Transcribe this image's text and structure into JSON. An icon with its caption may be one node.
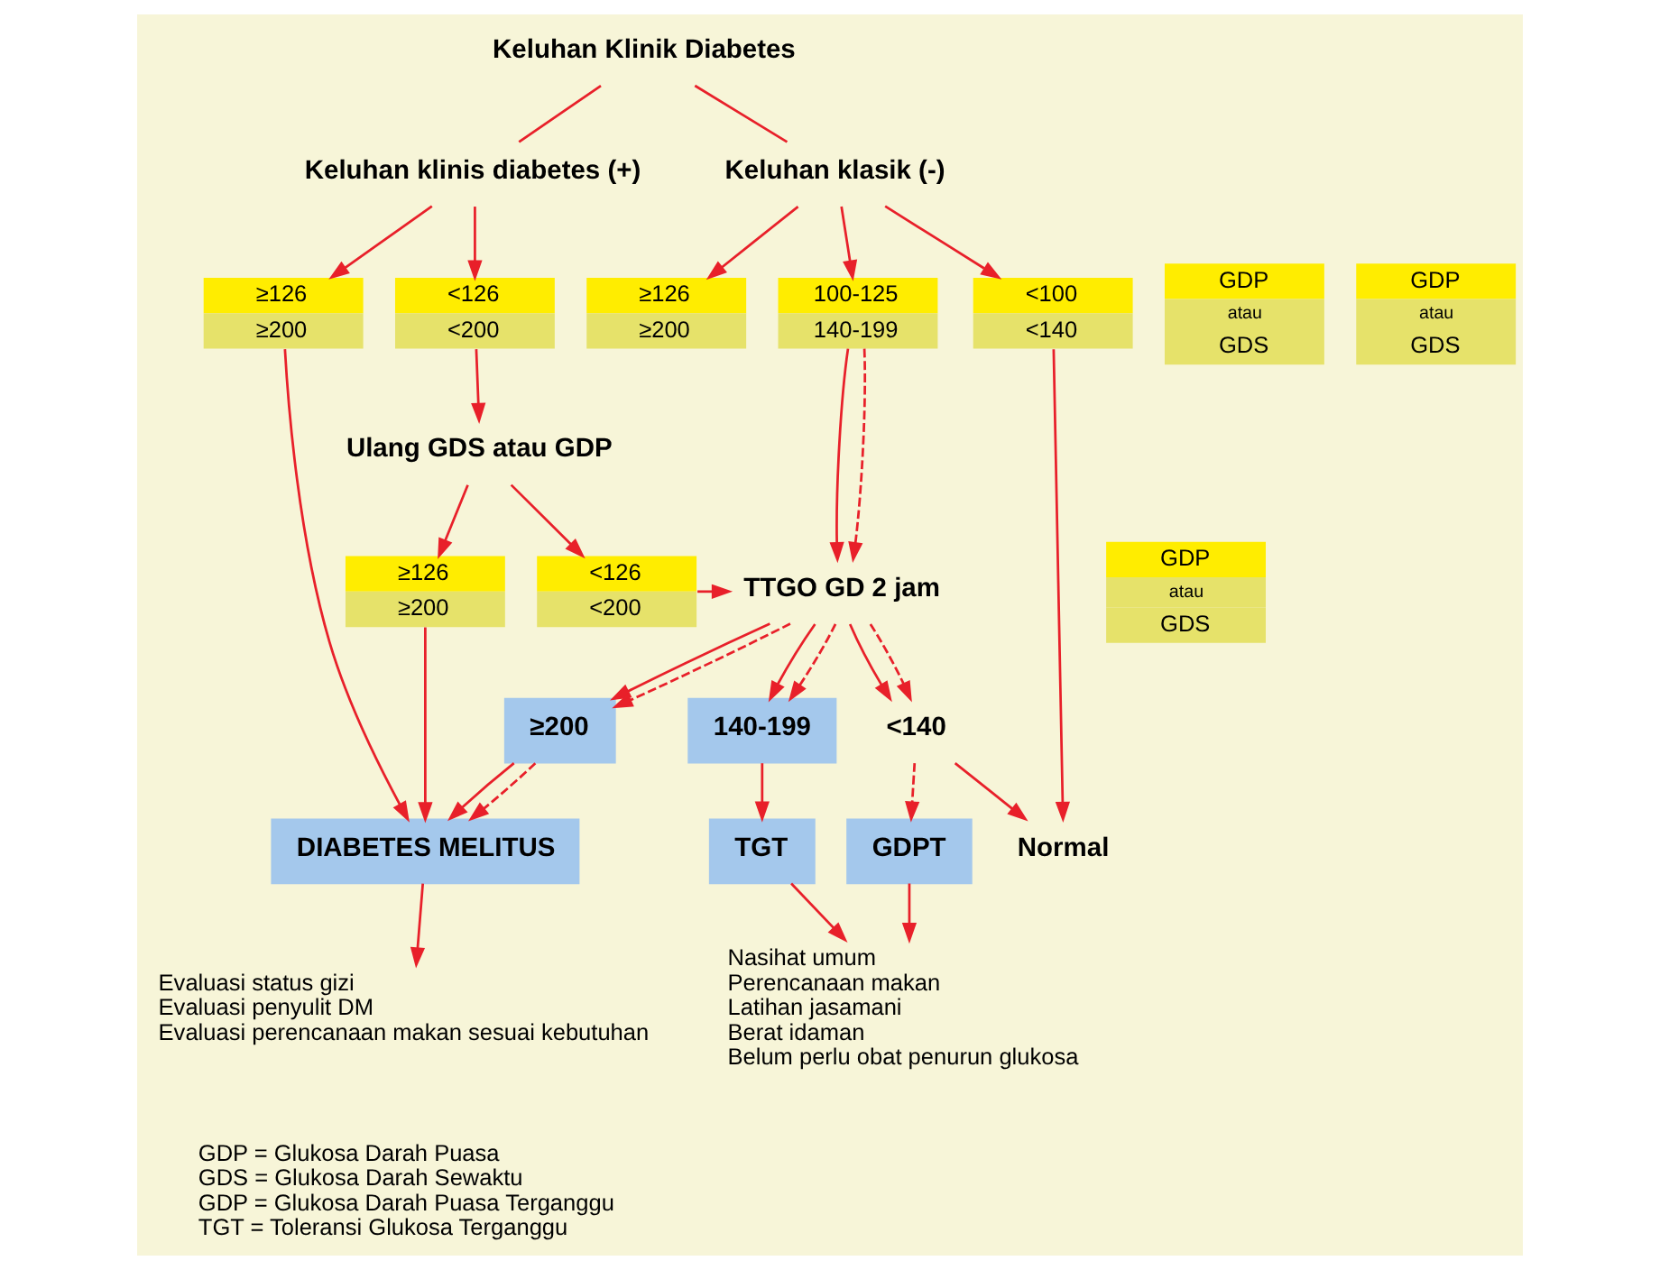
{
  "diagram": {
    "nodes": [
      {
        "text": [
          "Keluhan Klinik Diabetes"
        ]
      },
      {
        "text": [
          "Keluhan klinis diabetes (+)"
        ]
      },
      {
        "text": [
          "Keluhan klasik (-)"
        ]
      },
      {
        "text": [
          "GDP",
          "atau",
          "GDS"
        ]
      },
      {
        "text": [
          "≥126",
          "≥200"
        ]
      },
      {
        "text": [
          "<126",
          "<200"
        ]
      },
      {
        "text": [
          "GDP",
          "atau",
          "GDS"
        ]
      },
      {
        "text": [
          "≥126",
          "≥200"
        ]
      },
      {
        "text": [
          "100-125",
          "140-199"
        ]
      },
      {
        "text": [
          "<100",
          "<140"
        ]
      },
      {
        "text": [
          "Ulang GDS atau GDP"
        ]
      },
      {
        "text": [
          "GDP",
          "atau",
          "GDS"
        ]
      },
      {
        "text": [
          "≥126",
          "≥200"
        ]
      },
      {
        "text": [
          "<126",
          "<200"
        ]
      },
      {
        "text": [
          "TTGO GD 2 jam"
        ]
      },
      {
        "text": [
          "≥200"
        ]
      },
      {
        "text": [
          "140-199"
        ]
      },
      {
        "text": [
          "<140"
        ]
      },
      {
        "text": [
          "DIABETES MELITUS"
        ]
      },
      {
        "text": [
          "TGT"
        ]
      },
      {
        "text": [
          "GDPT"
        ]
      },
      {
        "text": [
          "Normal"
        ]
      },
      {
        "text": [
          "Evaluasi status gizi",
          "Evaluasi penyulit DM",
          "Evaluasi perencanaan makan sesuai kebutuhan"
        ]
      },
      {
        "text": [
          "Nasihat umum",
          "Perencanaan makan",
          "Latihan jasamani",
          "Berat idaman",
          "Belum perlu obat penurun glukosa"
        ]
      }
    ],
    "edges": [
      {
        "from": 0,
        "to": 1,
        "arrow": "none"
      },
      {
        "from": 0,
        "to": 2,
        "arrow": "none"
      },
      {
        "from": 1,
        "to": 4,
        "arrow": "to"
      },
      {
        "from": 1,
        "to": 5,
        "arrow": "to"
      },
      {
        "from": 2,
        "to": 7,
        "arrow": "to"
      },
      {
        "from": 2,
        "to": 8,
        "arrow": "to"
      },
      {
        "from": 2,
        "to": 9,
        "arrow": "to"
      },
      {
        "from": 4,
        "to": 18,
        "arrow": "to"
      },
      {
        "from": 5,
        "to": 10,
        "arrow": "to"
      },
      {
        "from": 10,
        "to": 12,
        "arrow": "to"
      },
      {
        "from": 10,
        "to": 13,
        "arrow": "to"
      },
      {
        "from": 13,
        "to": 14,
        "arrow": "to"
      },
      {
        "from": 12,
        "to": 18,
        "arrow": "to"
      },
      {
        "from": 8,
        "to": 14,
        "arrow": "to"
      },
      {
        "from": 8,
        "to": 14,
        "arrow": "to",
        "style": "dashed"
      },
      {
        "from": 9,
        "to": 21,
        "arrow": "to"
      },
      {
        "from": 14,
        "to": 15,
        "arrow": "to"
      },
      {
        "from": 14,
        "to": 15,
        "arrow": "to",
        "style": "dashed"
      },
      {
        "from": 14,
        "to": 16,
        "arrow": "to"
      },
      {
        "from": 14,
        "to": 16,
        "arrow": "to",
        "style": "dashed"
      },
      {
        "from": 14,
        "to": 17,
        "arrow": "to"
      },
      {
        "from": 14,
        "to": 17,
        "arrow": "to",
        "style": "dashed"
      },
      {
        "from": 15,
        "to": 18,
        "arrow": "to"
      },
      {
        "from": 15,
        "to": 18,
        "arrow": "to",
        "style": "dashed"
      },
      {
        "from": 16,
        "to": 19,
        "arrow": "to"
      },
      {
        "from": 17,
        "to": 20,
        "arrow": "to",
        "style": "dashed"
      },
      {
        "from": 17,
        "to": 21,
        "arrow": "to"
      },
      {
        "from": 18,
        "to": 22,
        "arrow": "to"
      },
      {
        "from": 19,
        "to": 23,
        "arrow": "to"
      },
      {
        "from": 20,
        "to": 23,
        "arrow": "to"
      }
    ],
    "labels": [
      "GDP = Glukosa Darah Puasa",
      "GDS = Glukosa Darah Sewaktu",
      "GDP = Glukosa Darah Puasa Terganggu",
      "TGT = Toleransi Glukosa Terganggu"
    ]
  }
}
